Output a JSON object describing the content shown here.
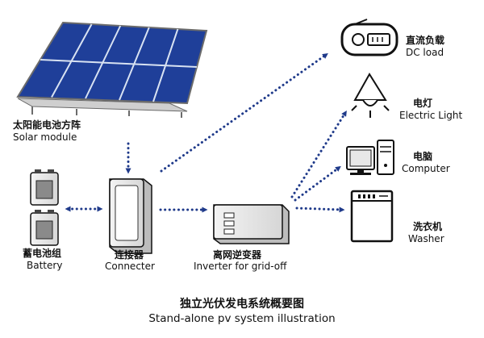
{
  "title_cn": "独立光伏发电系统概要图",
  "title_en": "Stand-alone pv system illustration",
  "components": {
    "solar": {
      "cn": "太阳能电池方阵",
      "en": "Solar module"
    },
    "battery": {
      "cn": "蓄电池组",
      "en": "Battery"
    },
    "connecter": {
      "cn": "连接器",
      "en": "Connecter"
    },
    "inverter": {
      "cn": "离网逆变器",
      "en": "Inverter for grid-off"
    },
    "dc_load": {
      "cn": "直流负载",
      "en": "DC load"
    },
    "light": {
      "cn": "电灯",
      "en": "Electric Light"
    },
    "computer": {
      "cn": "电脑",
      "en": "Computer"
    },
    "washer": {
      "cn": "洗衣机",
      "en": "Washer"
    }
  },
  "colors": {
    "panel": "#1f3f99",
    "panel_grid": "#d8e2f2",
    "frame": "#6b6b6b",
    "arrow": "#1f3a8a",
    "device": "#111111"
  }
}
